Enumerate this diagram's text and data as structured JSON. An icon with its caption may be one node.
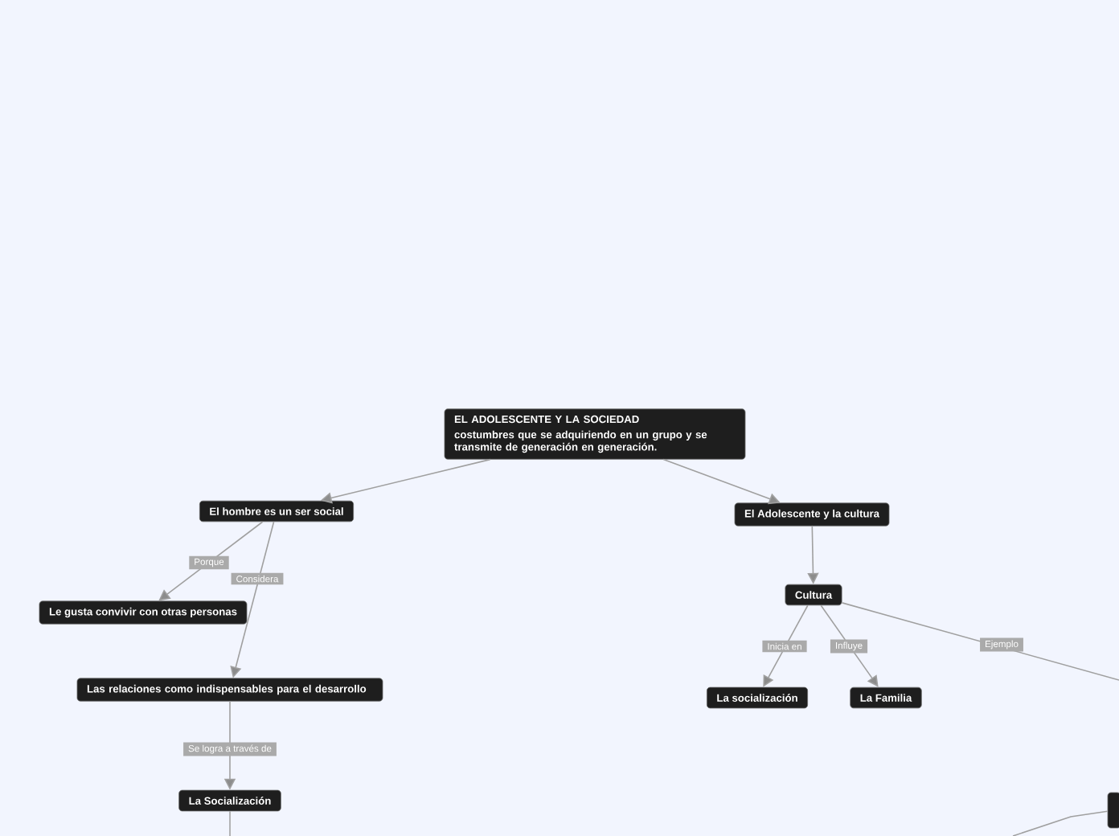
{
  "diagram": {
    "nodes": [
      {
        "text": [
          "EL ADOLESCENTE Y LA SOCIEDAD",
          "costumbres que se adquiriendo en un grupo y se transmite de generación en generación."
        ]
      },
      {
        "text": [
          "El hombre es un ser social"
        ]
      },
      {
        "text": [
          "Le gusta convivir con otras personas"
        ]
      },
      {
        "text": [
          "Las relaciones como indispensables para el desarrollo"
        ]
      },
      {
        "text": [
          "La Socialización"
        ]
      },
      {
        "text": [
          "El Adolescente y la cultura"
        ]
      },
      {
        "text": [
          "Cultura"
        ]
      },
      {
        "text": [
          "La socialización"
        ]
      },
      {
        "text": [
          "La Familia"
        ]
      },
      {
        "text": [],
        "shape": "box"
      }
    ],
    "edges": [
      {
        "from": 0,
        "to": 1,
        "arrow": "to"
      },
      {
        "from": 0,
        "to": 5,
        "arrow": "to"
      },
      {
        "from": 1,
        "to": 2,
        "arrow": "to",
        "label": "Porque"
      },
      {
        "from": 1,
        "to": 3,
        "arrow": "to",
        "label": "Considera"
      },
      {
        "from": 3,
        "to": 4,
        "arrow": "to",
        "label": "Se logra a través de"
      },
      {
        "from": 5,
        "to": 6,
        "arrow": "to"
      },
      {
        "from": 6,
        "to": 7,
        "arrow": "to",
        "label": "Inicia en"
      },
      {
        "from": 6,
        "to": 8,
        "arrow": "to",
        "label": "Influye"
      },
      {
        "from": 6,
        "to": null,
        "arrow": "none",
        "label": "Ejemplo"
      },
      {
        "from": 4,
        "to": null,
        "arrow": "none"
      },
      {
        "from": null,
        "to": 9,
        "arrow": "none"
      }
    ]
  }
}
